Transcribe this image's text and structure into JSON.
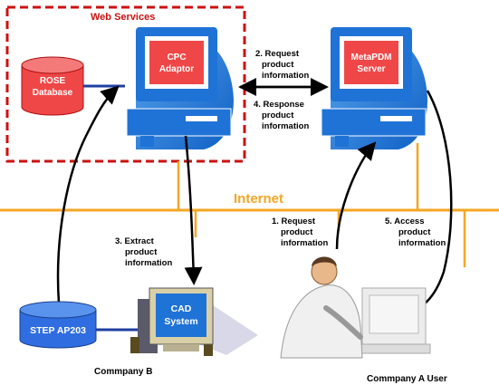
{
  "web_services": {
    "title": "Web Services"
  },
  "rose_db": {
    "line1": "ROSE",
    "line2": "Database",
    "color": "#ef4747"
  },
  "cpc_adaptor": {
    "line1": "CPC",
    "line2": "Adaptor"
  },
  "metapdm": {
    "line1": "MetaPDM",
    "line2": "Server"
  },
  "step_db": {
    "label": "STEP AP203",
    "color": "#2f6de0"
  },
  "cad": {
    "line1": "CAD",
    "line2": "System"
  },
  "internet": {
    "label": "Internet",
    "color": "#f5a623"
  },
  "steps": {
    "s1": [
      "1. Request",
      "product",
      "information"
    ],
    "s2": [
      "2. Request",
      "product",
      "information"
    ],
    "s3": [
      "3. Extract",
      "product",
      "information"
    ],
    "s4": [
      "4. Response",
      "product",
      "information"
    ],
    "s5": [
      "5. Access",
      "product",
      "information"
    ]
  },
  "company_b": {
    "label": "Commpany B"
  },
  "company_a": {
    "label": "Commpany A  User"
  },
  "colors": {
    "border_red": "#cc1111",
    "monitor_blue": "#1f73d6",
    "screen_red": "#ef4747"
  }
}
